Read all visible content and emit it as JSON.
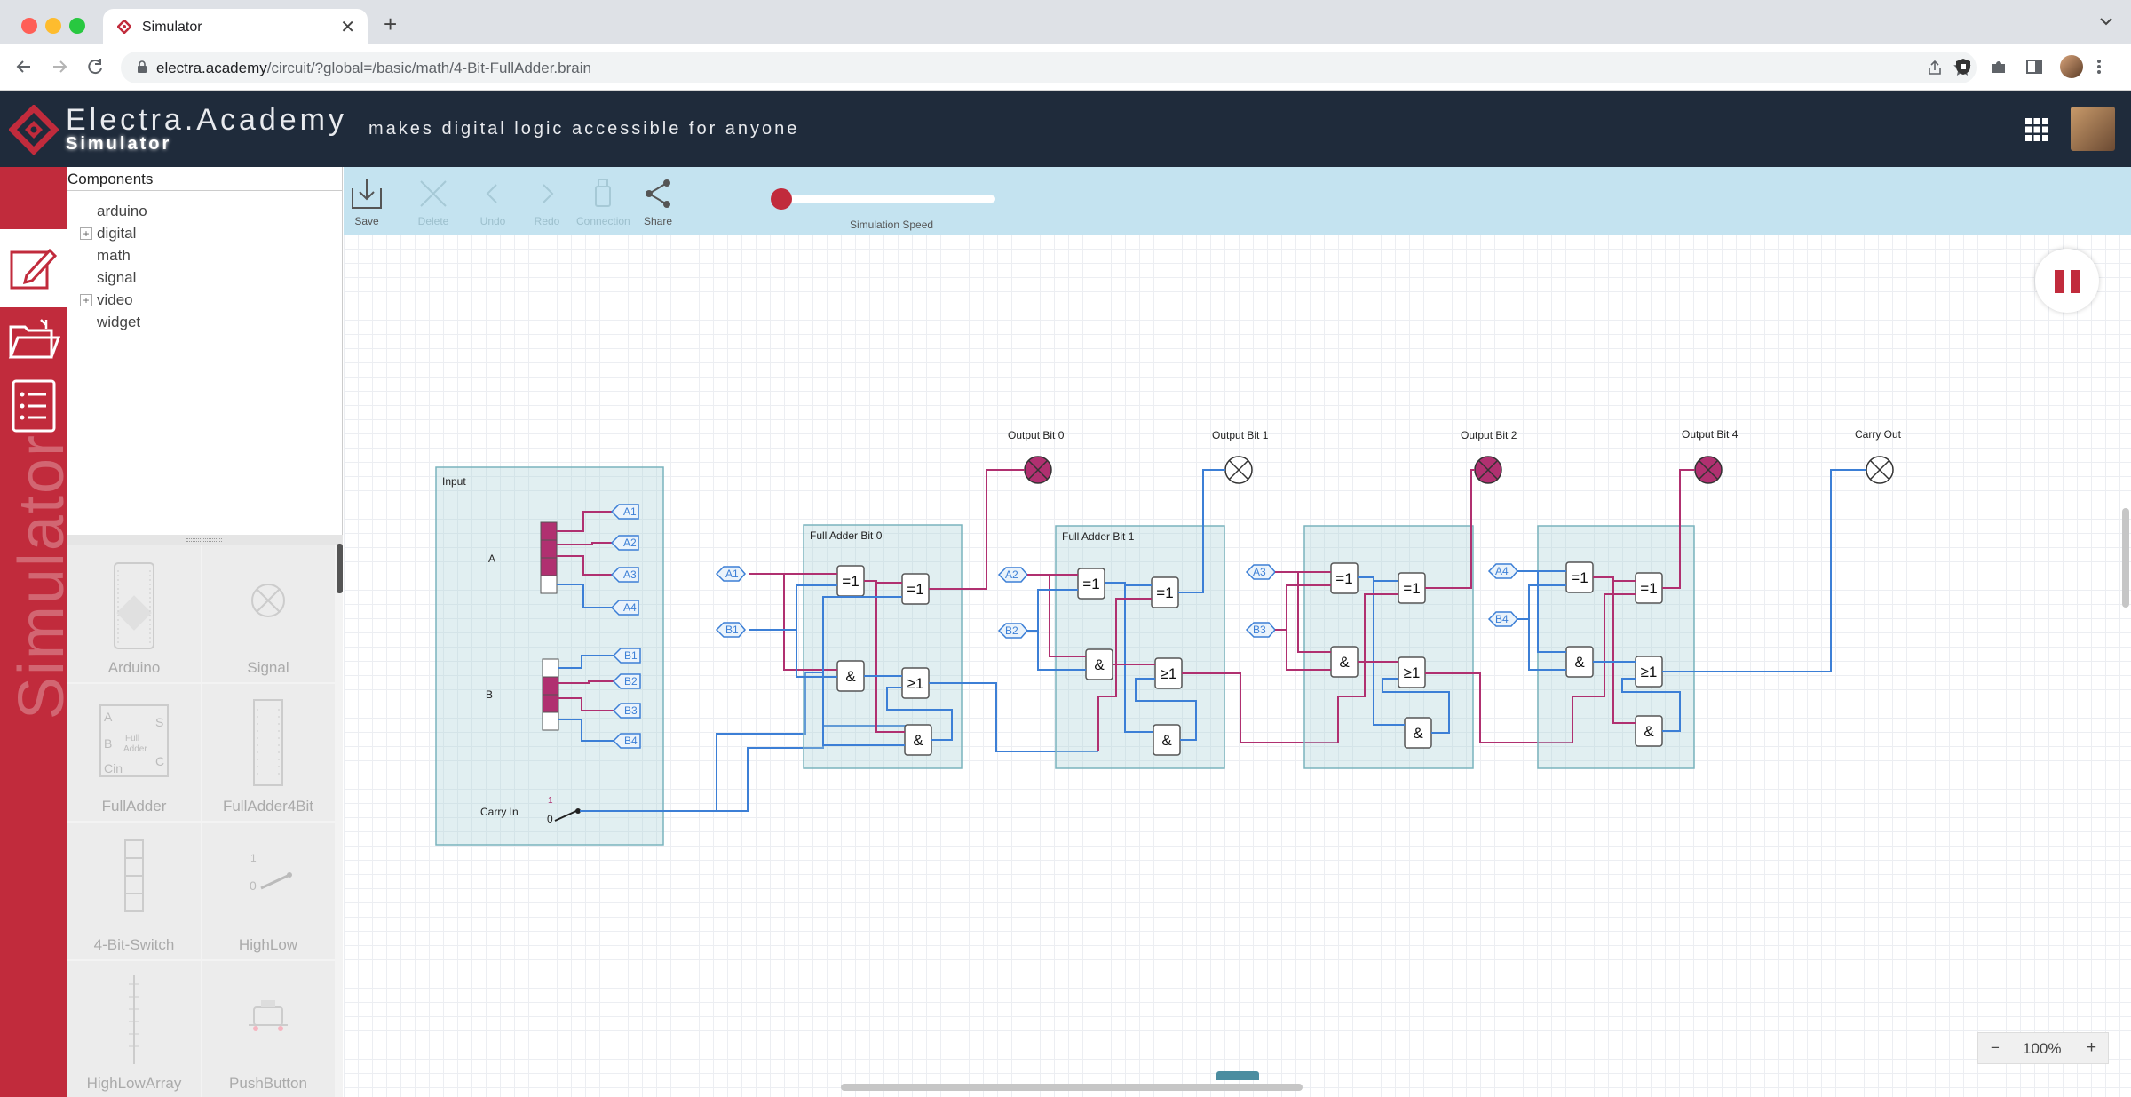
{
  "browser": {
    "tab_title": "Simulator",
    "tab_close": "✕",
    "new_tab": "+",
    "url_host": "electra.academy",
    "url_path": "/circuit/?global=/basic/math/4-Bit-FullAdder.brain"
  },
  "header": {
    "brand_title": "Electra.Academy",
    "brand_sub": "Simulator",
    "tagline": "makes digital logic accessible for anyone"
  },
  "rail": {
    "vertical_text": "Simulator"
  },
  "components": {
    "title": "Components",
    "tree": [
      {
        "label": "arduino",
        "expand": ""
      },
      {
        "label": "digital",
        "expand": "+"
      },
      {
        "label": "math",
        "expand": ""
      },
      {
        "label": "signal",
        "expand": ""
      },
      {
        "label": "video",
        "expand": "+"
      },
      {
        "label": "widget",
        "expand": ""
      }
    ],
    "palette": [
      {
        "label": "Arduino",
        "icon": "arduino-board-icon"
      },
      {
        "label": "Signal",
        "icon": "signal-lamp-icon"
      },
      {
        "label": "FullAdder",
        "icon": "full-adder-icon"
      },
      {
        "label": "FullAdder4Bit",
        "icon": "full-adder-4bit-icon"
      },
      {
        "label": "4-Bit-Switch",
        "icon": "four-bit-switch-icon"
      },
      {
        "label": "HighLow",
        "icon": "high-low-switch-icon"
      },
      {
        "label": "HighLowArray",
        "icon": "high-low-array-icon"
      },
      {
        "label": "PushButton",
        "icon": "push-button-icon"
      }
    ],
    "palette_symbols": {
      "fulladder": {
        "a": "A",
        "b": "B",
        "s": "S",
        "c": "C",
        "cin": "Cin",
        "full": "Full",
        "adder": "Adder"
      },
      "highlow": {
        "one": "1",
        "zero": "0"
      }
    }
  },
  "toolbar": {
    "save": "Save",
    "delete": "Delete",
    "undo": "Undo",
    "redo": "Redo",
    "connection": "Connection",
    "share": "Share",
    "speed_label": "Simulation Speed"
  },
  "circuit": {
    "input_group": "Input",
    "label_a": "A",
    "label_b": "B",
    "carry_in": "Carry In",
    "switch_high": "1",
    "switch_low": "0",
    "a_ports": [
      "A1",
      "A2",
      "A3",
      "A4"
    ],
    "b_ports": [
      "B1",
      "B2",
      "B3",
      "B4"
    ],
    "adder_groups": [
      "Full Adder Bit 0",
      "Full Adder Bit 1"
    ],
    "outputs": [
      "Output Bit 0",
      "Output Bit 1",
      "Output Bit 2",
      "Output Bit 4",
      "Carry Out"
    ],
    "gate_xor": "=1",
    "gate_and": "&",
    "gate_or": "≥1"
  },
  "zoom": {
    "minus": "−",
    "value": "100%",
    "plus": "+"
  },
  "colors": {
    "brand_red": "#c12b3c",
    "header_bg": "#1f2b3b",
    "toolbar_bg": "#c4e3f0",
    "wire_blue": "#3c7fd6",
    "wire_magenta": "#b03070",
    "led_on": "#b03070"
  }
}
